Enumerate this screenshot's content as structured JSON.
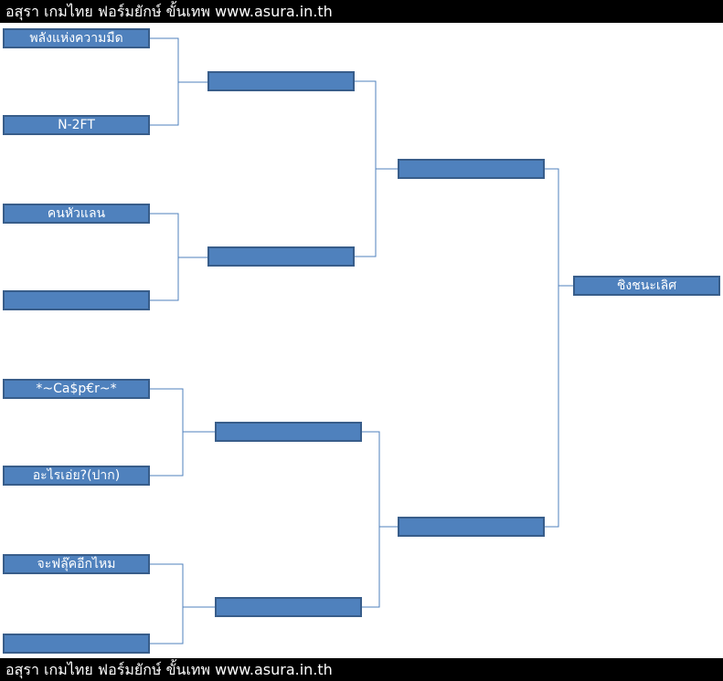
{
  "header": {
    "text": "อสุรา เกมไทย ฟอร์มยักษ์ ขั้นเทพ www.asura.in.th"
  },
  "footer": {
    "text": "อสุรา เกมไทย ฟอร์มยักษ์ ขั้นเทพ www.asura.in.th"
  },
  "bracket": {
    "round1": [
      "พลังแห่งความมืด",
      "N-2FT",
      "คนหัวแลน",
      "",
      "*~Ca$p€r~*",
      "อะไรเอ่ย?(ปาก)",
      "จะฟลุ๊คอีกไหม",
      ""
    ],
    "round2": [
      "",
      "",
      "",
      ""
    ],
    "round3": [
      "",
      ""
    ],
    "final": "ชิงชนะเลิศ"
  },
  "colors": {
    "box_fill": "#4f81bd",
    "box_border": "#385d8a",
    "connector": "#4f81bd",
    "band": "#000000"
  }
}
